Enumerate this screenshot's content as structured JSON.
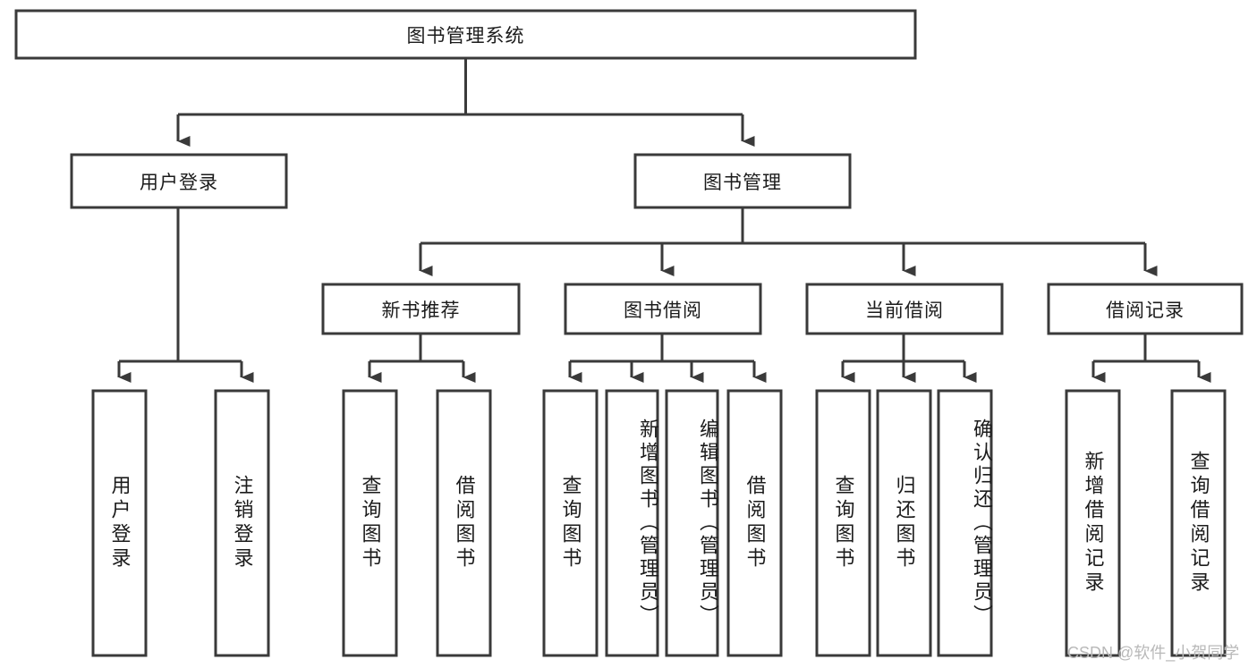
{
  "diagram": {
    "title": "图书管理系统",
    "type": "tree",
    "watermark": "CSDN @软件_小贺同学",
    "colors": {
      "box_stroke": "#3a3a3a",
      "box_fill": "#ffffff",
      "connector": "#3a3a3a",
      "text": "#1b1b1b",
      "watermark": "#b9b9b9",
      "background": "#ffffff"
    },
    "root": {
      "label": "图书管理系统"
    },
    "level2": [
      {
        "label": "用户登录"
      },
      {
        "label": "图书管理"
      }
    ],
    "level3": [
      {
        "label": "新书推荐"
      },
      {
        "label": "图书借阅"
      },
      {
        "label": "当前借阅"
      },
      {
        "label": "借阅记录"
      }
    ],
    "leaves": {
      "user_login": [
        {
          "label": "用户登录"
        },
        {
          "label": "注销登录"
        }
      ],
      "new_book": [
        {
          "label": "查询图书"
        },
        {
          "label": "借阅图书"
        }
      ],
      "book_borrow": [
        {
          "label": "查询图书"
        },
        {
          "label": "新增图书（管理员）"
        },
        {
          "label": "编辑图书（管理员）"
        },
        {
          "label": "借阅图书"
        }
      ],
      "current_borrow": [
        {
          "label": "查询图书"
        },
        {
          "label": "归还图书"
        },
        {
          "label": "确认归还（管理员）"
        }
      ],
      "borrow_record": [
        {
          "label": "新增借阅记录"
        },
        {
          "label": "查询借阅记录"
        }
      ]
    }
  }
}
